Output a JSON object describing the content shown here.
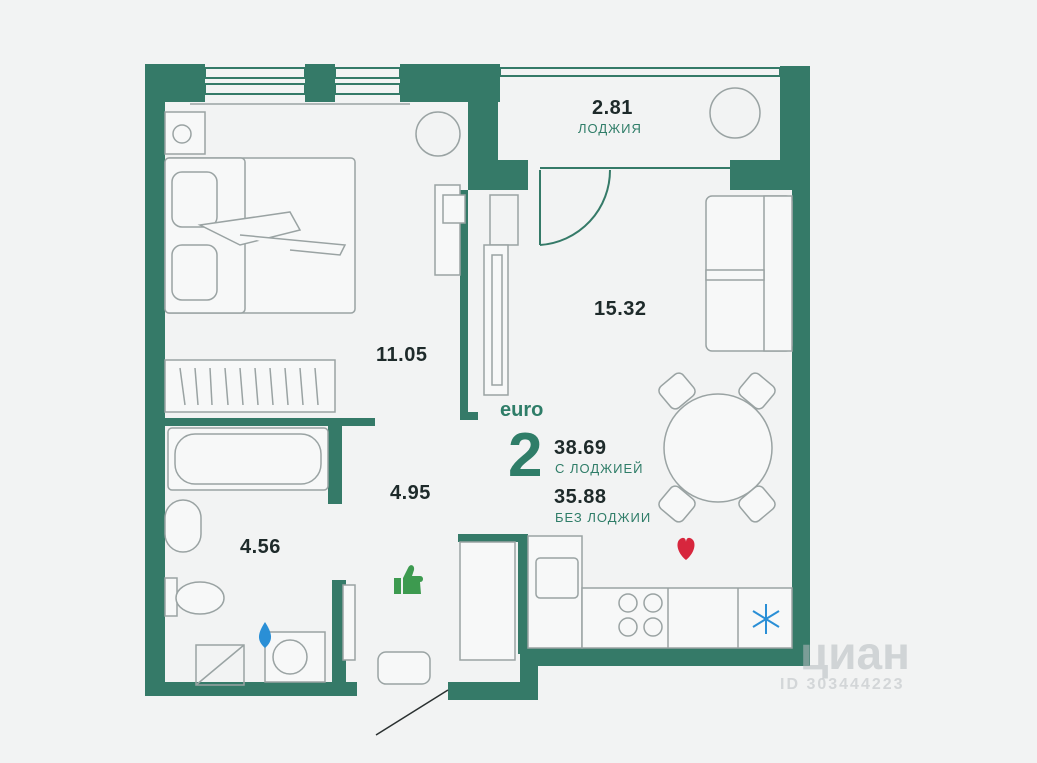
{
  "colors": {
    "wall": "#357a68",
    "floor": "#f2f3f3",
    "accent": "#2f7d68",
    "text": "#1e2a2a",
    "furniture": "#9aa3a3",
    "heart": "#d7263d",
    "drop": "#2a8fd6",
    "thumb": "#3d9a4f"
  },
  "rooms": {
    "loggia": {
      "area": "2.81",
      "label": "ЛОДЖИЯ"
    },
    "bedroom": {
      "area": "11.05"
    },
    "living_kitchen": {
      "area": "15.32"
    },
    "hall": {
      "area": "4.95"
    },
    "bathroom": {
      "area": "4.56"
    }
  },
  "summary": {
    "type": "euro",
    "rooms_count": "2",
    "area_with_loggia": "38.69",
    "with_loggia_label": "С ЛОДЖИЕЙ",
    "area_without_loggia": "35.88",
    "without_loggia_label": "БЕЗ ЛОДЖИИ"
  },
  "icons": {
    "heart": "heart-icon",
    "thumb": "thumbs-up-icon",
    "drop": "water-drop-icon",
    "snowflake": "snowflake-icon"
  },
  "watermark": {
    "text": "циан",
    "id": "ID 303444223"
  }
}
